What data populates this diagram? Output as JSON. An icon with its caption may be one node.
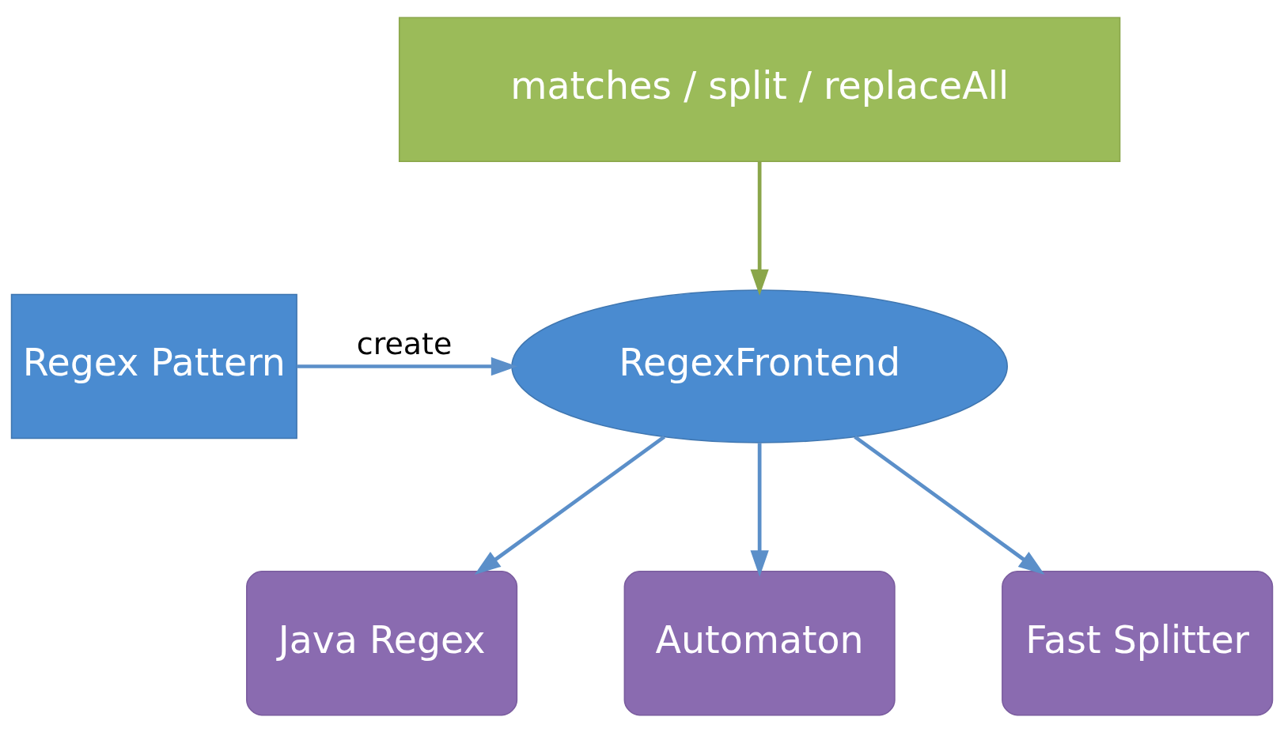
{
  "diagram": {
    "nodes": [
      {
        "text": [
          "matches / split / replaceAll"
        ]
      },
      {
        "text": [
          "Regex Pattern"
        ]
      },
      {
        "text": [
          "RegexFrontend"
        ]
      },
      {
        "text": [
          "Java Regex"
        ]
      },
      {
        "text": [
          "Automaton"
        ]
      },
      {
        "text": [
          "Fast Splitter"
        ]
      }
    ],
    "edges": [
      {
        "from": 0,
        "to": 2,
        "arrow": "to",
        "color": "#8aa64a"
      },
      {
        "from": 1,
        "to": 2,
        "arrow": "to",
        "label": "create"
      },
      {
        "from": 2,
        "to": 3,
        "arrow": "to"
      },
      {
        "from": 2,
        "to": 4,
        "arrow": "to"
      },
      {
        "from": 2,
        "to": 5,
        "arrow": "to"
      }
    ]
  }
}
